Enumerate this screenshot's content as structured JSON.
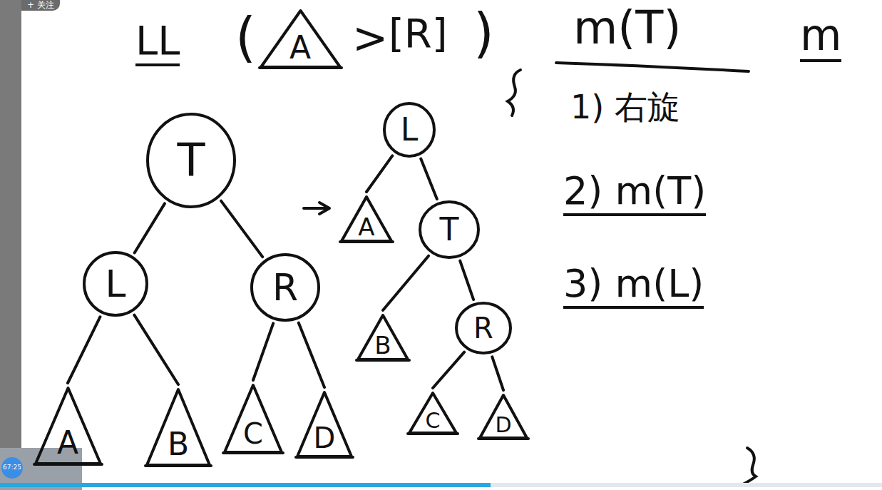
{
  "diagram": {
    "title": "LL",
    "nodes": [
      {
        "text": [
          "A"
        ]
      },
      {
        "text": [
          "T"
        ]
      },
      {
        "text": [
          "L"
        ]
      },
      {
        "text": [
          "R"
        ]
      },
      {
        "text": [
          "A"
        ]
      },
      {
        "text": [
          "B"
        ]
      },
      {
        "text": [
          "C"
        ]
      },
      {
        "text": [
          "D"
        ]
      },
      {
        "text": [
          "L"
        ]
      },
      {
        "text": [
          "A"
        ]
      },
      {
        "text": [
          "T"
        ]
      },
      {
        "text": [
          "B"
        ]
      },
      {
        "text": [
          "R"
        ]
      },
      {
        "text": [
          "C"
        ]
      },
      {
        "text": [
          "D"
        ]
      }
    ],
    "edges": [
      {
        "from": 1,
        "to": 2,
        "arrow": "none"
      },
      {
        "from": 1,
        "to": 3,
        "arrow": "none"
      },
      {
        "from": 2,
        "to": 4,
        "arrow": "none"
      },
      {
        "from": 2,
        "to": 5,
        "arrow": "none"
      },
      {
        "from": 3,
        "to": 6,
        "arrow": "none"
      },
      {
        "from": 3,
        "to": 7,
        "arrow": "none"
      },
      {
        "from": 8,
        "to": 9,
        "arrow": "none"
      },
      {
        "from": 8,
        "to": 10,
        "arrow": "none"
      },
      {
        "from": 10,
        "to": 11,
        "arrow": "none"
      },
      {
        "from": 10,
        "to": 12,
        "arrow": "none"
      },
      {
        "from": 12,
        "to": 13,
        "arrow": "none"
      },
      {
        "from": 12,
        "to": 14,
        "arrow": "none"
      }
    ],
    "labels": [
      "(",
      ">",
      "[R]",
      ")",
      "m(T)",
      "1) 右旋",
      "2) m(T)",
      "3) m(L)",
      "m",
      "+ 关注",
      "67:25"
    ]
  }
}
